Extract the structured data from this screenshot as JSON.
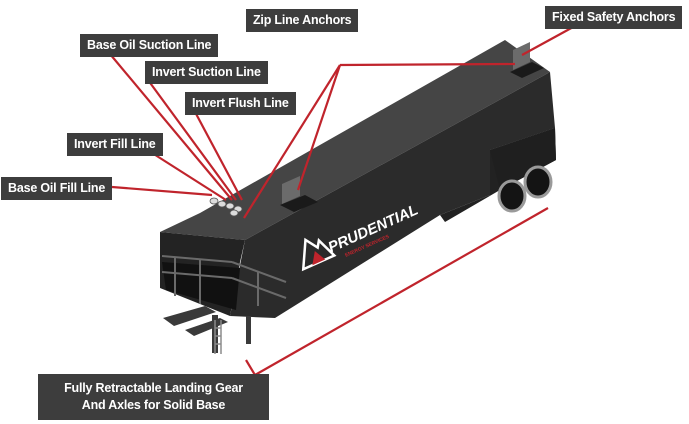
{
  "labels": {
    "base_oil_suction": "Base Oil Suction Line",
    "invert_suction": "Invert Suction Line",
    "invert_flush": "Invert Flush Line",
    "invert_fill": "Invert Fill Line",
    "base_oil_fill": "Base Oil Fill Line",
    "zip_line_anchors": "Zip Line Anchors",
    "fixed_safety_anchors": "Fixed Safety Anchors",
    "landing_gear_line1": "Fully Retractable Landing Gear",
    "landing_gear_line2": "And Axles for Solid Base"
  },
  "logo": {
    "brand": "PRUDENTIAL",
    "tagline": "ENERGY SERVICES"
  },
  "colors": {
    "label_bg": "#3d3d3d",
    "callout_line": "#c0242c",
    "trailer_top": "#444444",
    "trailer_side": "#2a2a2a",
    "trailer_dark": "#1c1c1c",
    "accent_red": "#c0242c"
  }
}
